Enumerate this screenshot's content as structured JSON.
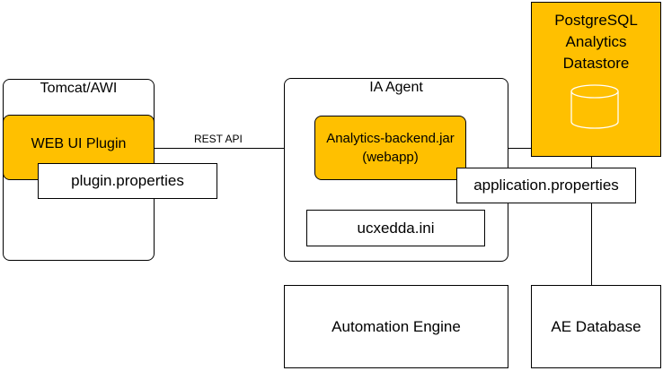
{
  "colors": {
    "accent": "#ffc000",
    "line": "#000000",
    "background": "#ffffff"
  },
  "tomcat": {
    "title": "Tomcat/AWI",
    "plugin": "WEB UI Plugin",
    "properties": "plugin.properties"
  },
  "connection": {
    "label": "REST API"
  },
  "agent": {
    "title": "IA Agent",
    "backend": "Analytics-backend.jar (webapp)",
    "ini": "ucxedda.ini"
  },
  "postgres": {
    "title": "PostgreSQL Analytics Datastore",
    "icon": "database-icon"
  },
  "app_properties": "application.properties",
  "automation_engine": "Automation Engine",
  "ae_database": "AE Database"
}
